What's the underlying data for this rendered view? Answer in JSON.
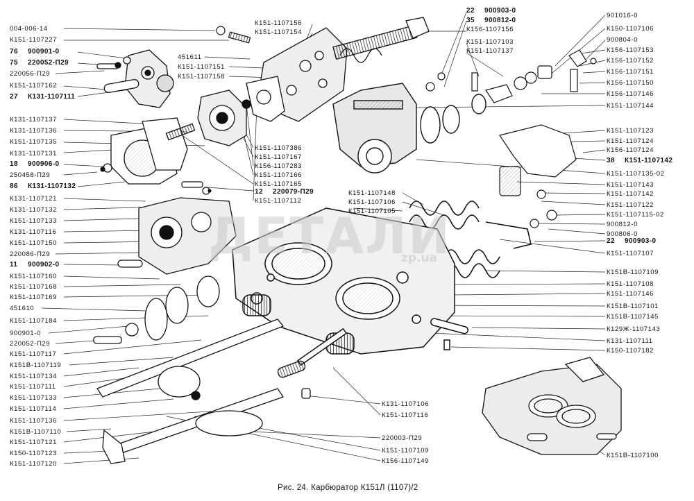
{
  "watermark": {
    "main": "ДЕТАЛИ",
    "sub": "zp.ua"
  },
  "caption": "Рис. 24. Карбюратор К151Л (1107)/2",
  "labels": [
    {
      "t": "004-006-14"
    },
    {
      "t": "К151-1107227"
    },
    {
      "q": "76",
      "t": "900901-0"
    },
    {
      "q": "75",
      "t": "220052-П29"
    },
    {
      "t": "220056-П29"
    },
    {
      "t": "К151-1107162"
    },
    {
      "q": "27",
      "t": "К131-1107111"
    },
    {
      "t": "К131-1107137"
    },
    {
      "t": "К131-1107136"
    },
    {
      "t": "К151-1107135"
    },
    {
      "t": "К131-1107131"
    },
    {
      "q": "18",
      "t": "900906-0"
    },
    {
      "t": "250458-П29"
    },
    {
      "q": "86",
      "t": "К131-1107132"
    },
    {
      "t": "К131-1107121"
    },
    {
      "t": "К131-1107132"
    },
    {
      "t": "К151-1107133"
    },
    {
      "t": "К131-1107116"
    },
    {
      "t": "К151-1107150"
    },
    {
      "t": "220086-П29"
    },
    {
      "q": "11",
      "t": "900902-0"
    },
    {
      "t": "К151-1107160"
    },
    {
      "t": "К151-1107168"
    },
    {
      "t": "К151-1107169"
    },
    {
      "t": "451610"
    },
    {
      "t": "К151-1107184"
    },
    {
      "t": "900901-0"
    },
    {
      "t": "220052-П29"
    },
    {
      "t": "К151-1107117"
    },
    {
      "t": "К151В-1107119"
    },
    {
      "t": "К151-1107134"
    },
    {
      "t": "К151-1107111"
    },
    {
      "t": "К151-1107133"
    },
    {
      "t": "К151-1107114"
    },
    {
      "t": "К151-1107136"
    },
    {
      "t": "К151В-1107110"
    },
    {
      "t": "К151-1107121"
    },
    {
      "t": "К150-1107123"
    },
    {
      "t": "К151-1107120"
    },
    {
      "t": "К151-1107156"
    },
    {
      "t": "К151-1107154"
    },
    {
      "t": "451611"
    },
    {
      "t": "К151-1107151"
    },
    {
      "t": "К151-1107158"
    },
    {
      "t": "К151-1107386"
    },
    {
      "t": "К151-1107167"
    },
    {
      "t": "К156-1107283"
    },
    {
      "t": "К151-1107166"
    },
    {
      "t": "К151-1107165"
    },
    {
      "q": "12",
      "t": "220079-П29"
    },
    {
      "t": "К151-1107112"
    },
    {
      "t": "К151-1107148"
    },
    {
      "t": "К151-1107106"
    },
    {
      "t": "К151-1107105"
    },
    {
      "q": "22",
      "t": "900903-0"
    },
    {
      "q": "35",
      "t": "900812-0"
    },
    {
      "t": "К156-1107156"
    },
    {
      "t": "К151-1107103"
    },
    {
      "t": "К151-1107137"
    },
    {
      "t": "901016-0"
    },
    {
      "t": "К150-1107106"
    },
    {
      "t": "900804-0"
    },
    {
      "t": "К156-1107153"
    },
    {
      "t": "К156-1107152"
    },
    {
      "t": "К156-1107151"
    },
    {
      "t": "К156-1107150"
    },
    {
      "t": "К156-1107146"
    },
    {
      "t": "К151-1107144"
    },
    {
      "t": "К151-1107123"
    },
    {
      "t": "К151-1107124"
    },
    {
      "t": "К156-1107124"
    },
    {
      "q": "38",
      "t": "К151-1107142"
    },
    {
      "t": "К151-1107135-02"
    },
    {
      "t": "К151-1107143"
    },
    {
      "t": "К151-1107142"
    },
    {
      "t": "К151-1107122"
    },
    {
      "t": "К151-1107115-02"
    },
    {
      "t": "900812-0"
    },
    {
      "t": "900806-0"
    },
    {
      "q": "22",
      "t": "900903-0"
    },
    {
      "t": "К151-1107107"
    },
    {
      "t": "К151В-1107109"
    },
    {
      "t": "К151-1107108"
    },
    {
      "t": "К151-1107146"
    },
    {
      "t": "К151В-1107101"
    },
    {
      "t": "К151В-1107145"
    },
    {
      "t": "К129Ж-1107143"
    },
    {
      "t": "К131-1107111"
    },
    {
      "t": "К150-1107182"
    },
    {
      "t": "К131-1107106"
    },
    {
      "t": "К151-1107116"
    },
    {
      "t": "220003-П29"
    },
    {
      "t": "К151-1107109"
    },
    {
      "t": "К156-1107149"
    },
    {
      "t": "К151В-1107100"
    }
  ]
}
